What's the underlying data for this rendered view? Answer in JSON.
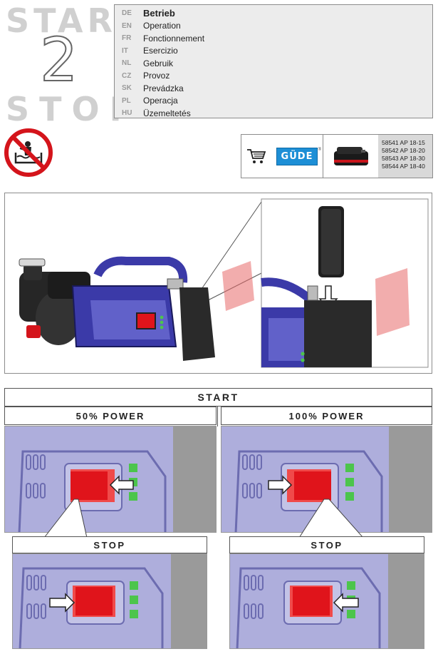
{
  "header": {
    "big_start": "START",
    "big_number": "2",
    "big_stop": "STOP",
    "languages": [
      {
        "code": "DE",
        "text": "Betrieb"
      },
      {
        "code": "EN",
        "text": "Operation"
      },
      {
        "code": "FR",
        "text": "Fonctionnement"
      },
      {
        "code": "IT",
        "text": "Esercizio"
      },
      {
        "code": "NL",
        "text": "Gebruik"
      },
      {
        "code": "CZ",
        "text": "Provoz"
      },
      {
        "code": "SK",
        "text": "Prevádzka"
      },
      {
        "code": "PL",
        "text": "Operacja"
      },
      {
        "code": "HU",
        "text": "Üzemeltetés"
      }
    ]
  },
  "warning_icon": "no-hand-in-water-icon",
  "product": {
    "cart_icon": "shopping-cart-icon",
    "brand": "GÜDE",
    "registered": "®",
    "battery_icon": "battery-pack-icon",
    "models": [
      "58541 AP 18-15",
      "58542 AP 18-20",
      "58543 AP 18-30",
      "58544 AP 18-40"
    ]
  },
  "figure": {
    "main_image": "pump-with-battery-illustration",
    "zoom_image": "battery-insert-detail"
  },
  "controls": {
    "start_label": "START",
    "left_mode": "50% POWER",
    "right_mode": "100% POWER",
    "stop_label": "STOP"
  },
  "colors": {
    "pump_blue": "#3b3aa8",
    "panel_lavender": "#a8a8d8",
    "button_red": "#e0141b",
    "led_green": "#4cc54c",
    "header_gray": "#ececec"
  }
}
